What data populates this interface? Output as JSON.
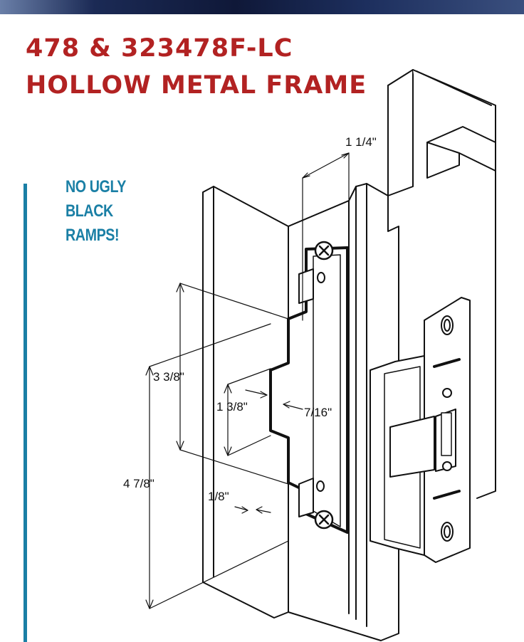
{
  "title": {
    "line1": "478 & 323478F-LC",
    "line2": "HOLLOW METAL FRAME"
  },
  "callout": {
    "lines": [
      "NO UGLY",
      "BLACK",
      "RAMPS!"
    ]
  },
  "dimensions": {
    "width_top": "1 1/4\"",
    "height_a": "3 3/8\"",
    "height_b": "1 3/8\"",
    "offset": "7/16\"",
    "height_total": "4 7/8\"",
    "lip": "1/8\""
  },
  "colors": {
    "title": "#b22222",
    "callout": "#1a7fa5",
    "banner": "#0f1838"
  }
}
